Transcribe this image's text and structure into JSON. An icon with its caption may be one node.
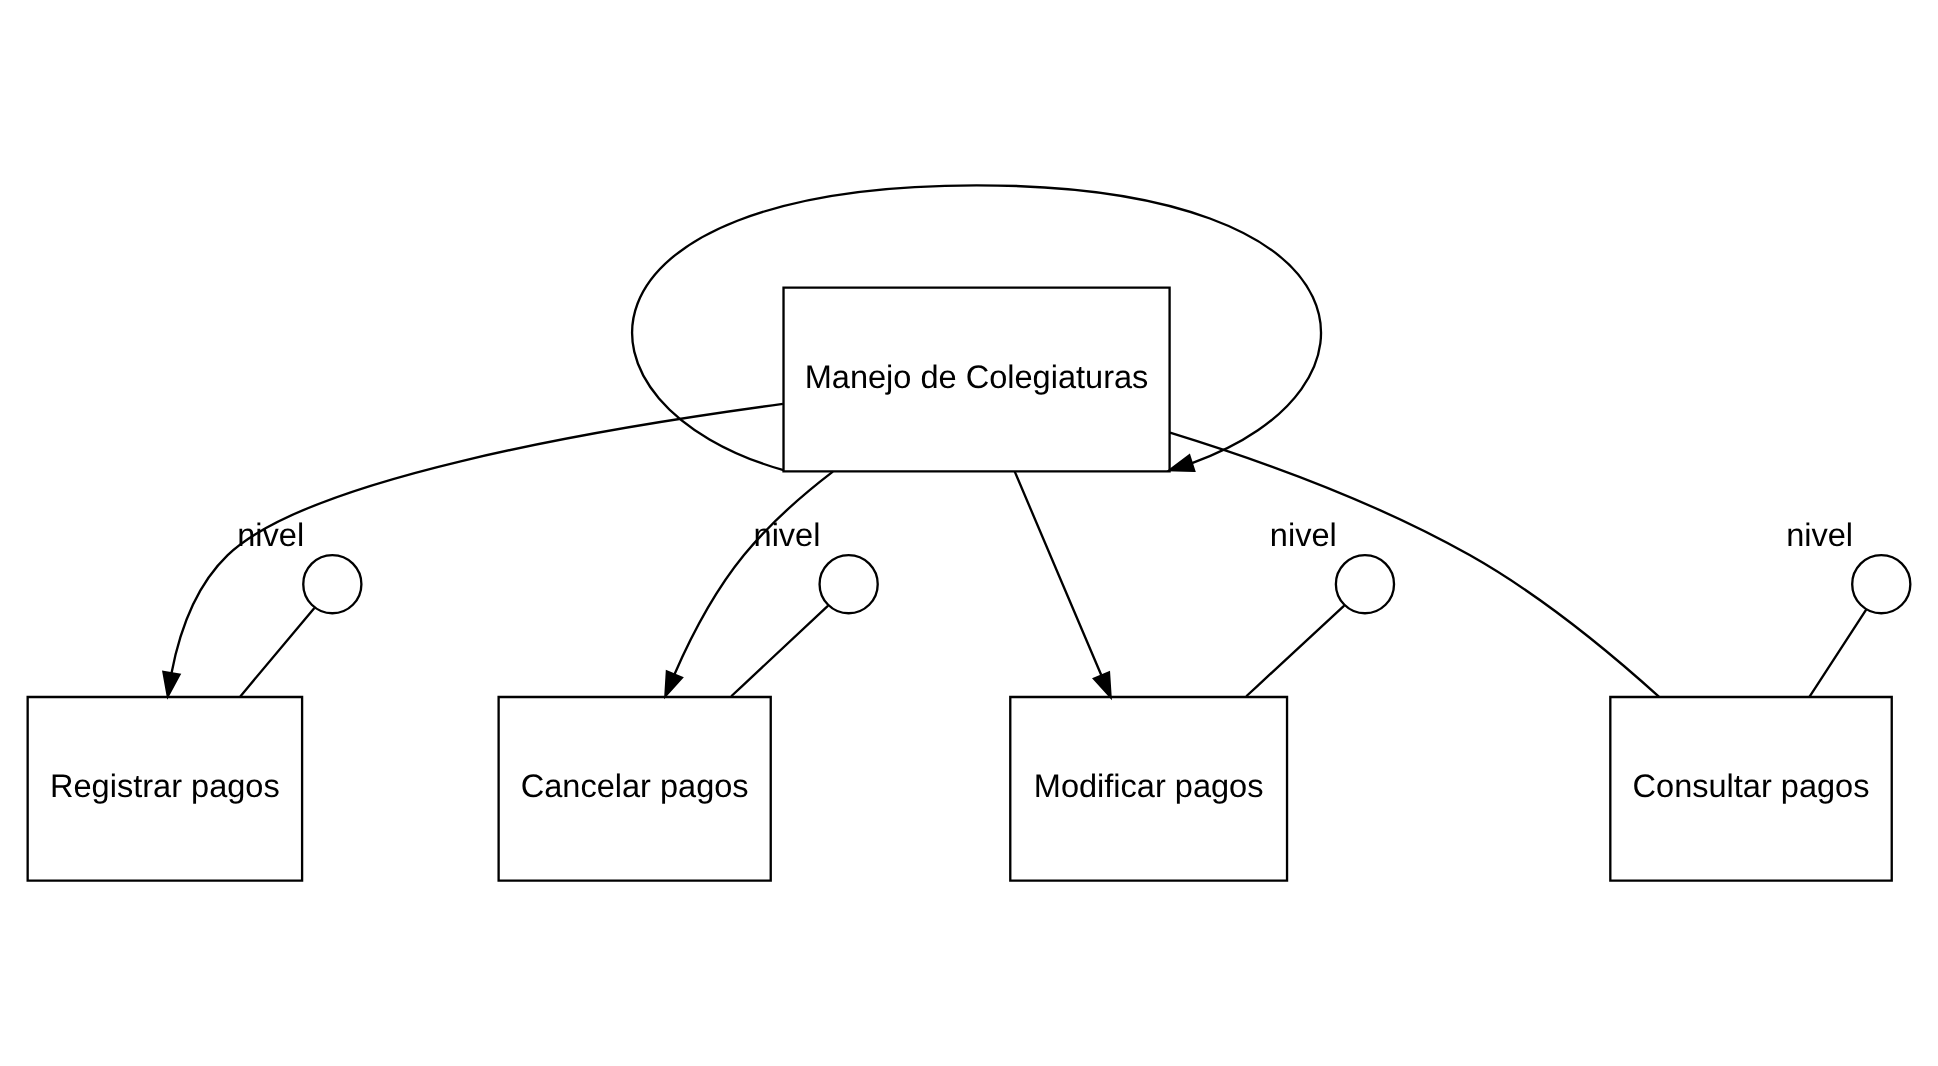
{
  "diagram": {
    "nodes": [
      {
        "text": [
          "Manejo de Colegiaturas"
        ]
      },
      {
        "text": [
          "Registrar pagos"
        ]
      },
      {
        "text": [
          "Cancelar pagos"
        ]
      },
      {
        "text": [
          "Modificar pagos"
        ]
      },
      {
        "text": [
          "Consultar pagos"
        ]
      },
      {
        "text": [],
        "shape": "circle",
        "beside": [
          "nivel"
        ]
      },
      {
        "text": [],
        "shape": "circle",
        "beside": [
          "nivel"
        ]
      },
      {
        "text": [],
        "shape": "circle",
        "beside": [
          "nivel"
        ]
      },
      {
        "text": [],
        "shape": "circle",
        "beside": [
          "nivel"
        ]
      }
    ],
    "edges": [
      {
        "from": 0,
        "to": 0,
        "arrow": "to"
      },
      {
        "from": 0,
        "to": 1,
        "arrow": "to"
      },
      {
        "from": 0,
        "to": 2,
        "arrow": "to"
      },
      {
        "from": 0,
        "to": 3,
        "arrow": "to"
      },
      {
        "from": 0,
        "to": 4,
        "arrow": "none"
      },
      {
        "from": 5,
        "to": 1,
        "arrow": "none"
      },
      {
        "from": 6,
        "to": 2,
        "arrow": "none"
      },
      {
        "from": 7,
        "to": 3,
        "arrow": "none"
      },
      {
        "from": 8,
        "to": 4,
        "arrow": "none"
      }
    ]
  }
}
